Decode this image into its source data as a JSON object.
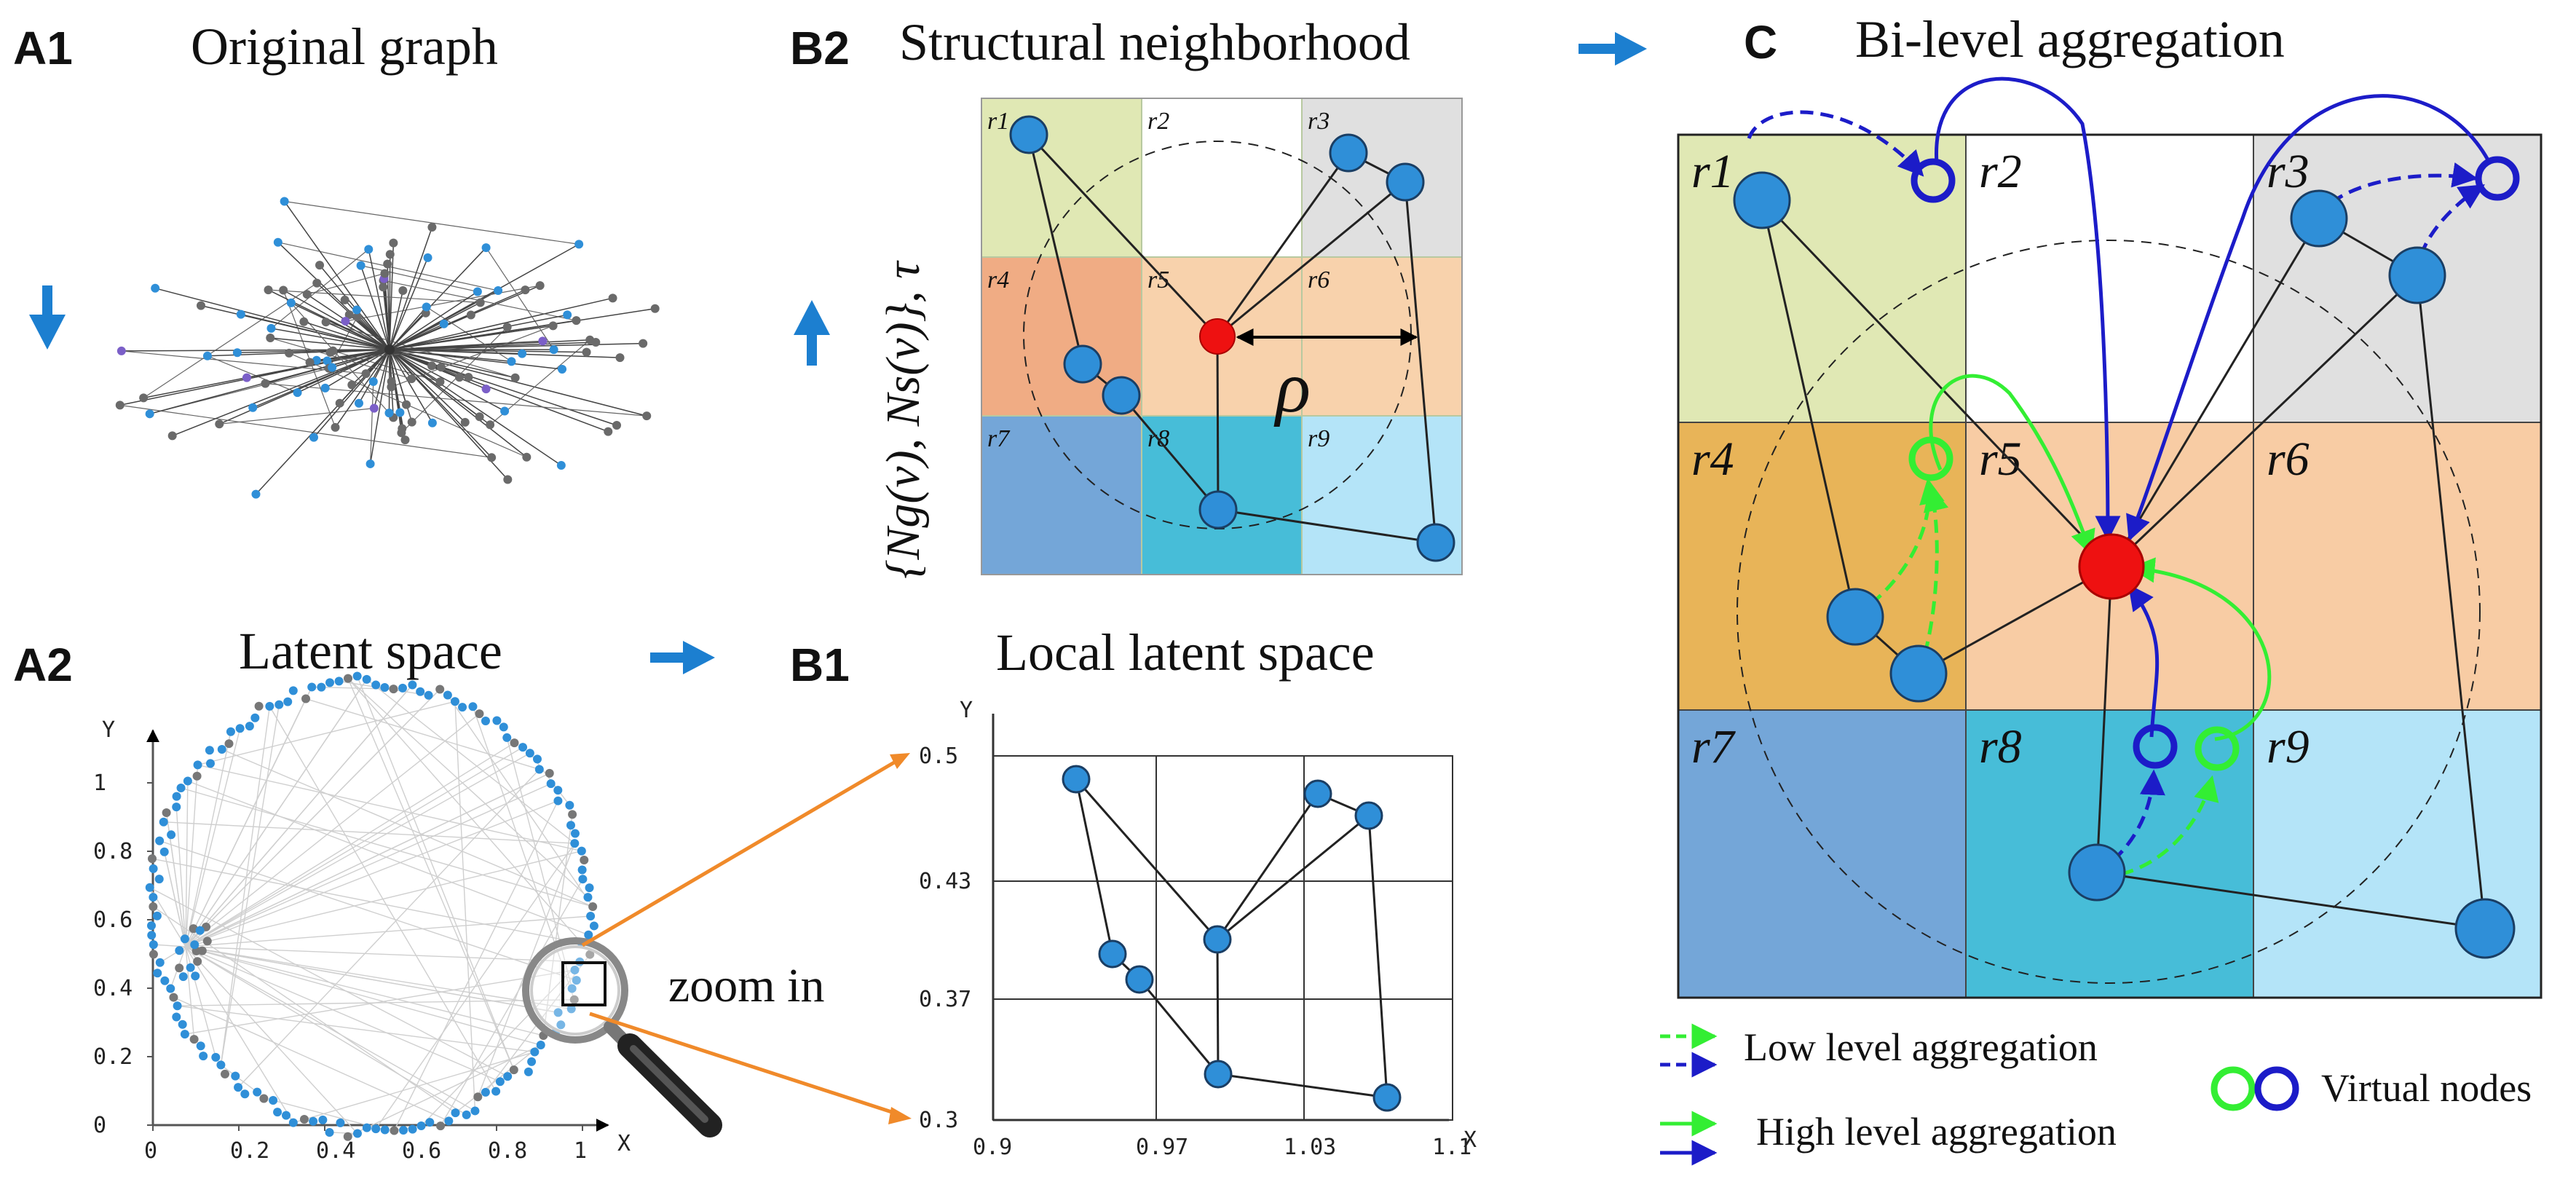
{
  "panels": {
    "a1": {
      "letter": "A1",
      "title": "Original graph"
    },
    "a2": {
      "letter": "A2",
      "title": "Latent space",
      "zoom": "zoom in",
      "x_axis": "X",
      "y_axis": "Y",
      "x_ticks": [
        "0",
        "0.2",
        "0.4",
        "0.6",
        "0.8",
        "1"
      ],
      "y_ticks": [
        "0",
        "0.2",
        "0.4",
        "0.6",
        "0.8",
        "1"
      ]
    },
    "b1": {
      "letter": "B1",
      "title": "Local latent space",
      "x_axis": "X",
      "y_axis": "Y",
      "x_ticks": [
        "0.9",
        "0.97",
        "1.03",
        "1.1"
      ],
      "y_ticks": [
        "0.3",
        "0.37",
        "0.43",
        "0.5"
      ]
    },
    "b2": {
      "letter": "B2",
      "title": "Structural neighborhood",
      "side_formula": "{Ng(v), Ns(v)}, τ",
      "rho": "ρ",
      "regions": [
        "r1",
        "r2",
        "r3",
        "r4",
        "r5",
        "r6",
        "r7",
        "r8",
        "r9"
      ]
    },
    "c": {
      "letter": "C",
      "title": "Bi-level aggregation",
      "regions": [
        "r1",
        "r2",
        "r3",
        "r4",
        "r5",
        "r6",
        "r7",
        "r8",
        "r9"
      ]
    }
  },
  "legend": {
    "low": "Low level aggregation",
    "high": "High level aggregation",
    "virtual": "Virtual nodes"
  },
  "colors": {
    "node": "#2f8fd8",
    "center": "#ee1111",
    "green_agg": "#33ee33",
    "blue_agg": "#1c1cc8",
    "arrow": "#1c7fd0",
    "orange": "#f08a2a",
    "r1": "#e0e8b4",
    "r2": "#ffffff",
    "r3": "#e0e0e0",
    "r4": "#e8b458",
    "r5": "#f8cca4",
    "r6": "#f8cca4",
    "r7": "#74a6d8",
    "r8": "#47bdd8",
    "r9": "#b4e4f8",
    "b_r4": "#f0ac84",
    "b_r5": "#f8d2ac",
    "b_r6": "#f8d2ac"
  }
}
